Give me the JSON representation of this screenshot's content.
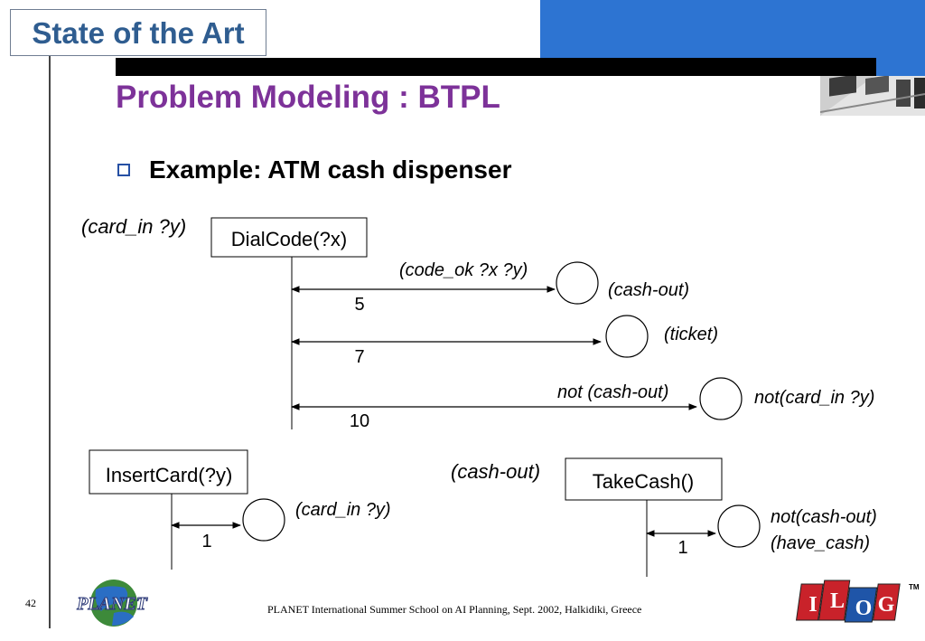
{
  "header": {
    "section_title": "State of the Art"
  },
  "slide": {
    "title": "Problem Modeling : BTPL",
    "bullet": "Example: ATM cash dispenser"
  },
  "diagram": {
    "top": {
      "precondition": "(card_in ?y)",
      "action": "DialCode(?x)",
      "effects": [
        {
          "label": "(code_ok ?x ?y)",
          "duration": "5",
          "result": "(cash-out)"
        },
        {
          "label": "",
          "duration": "7",
          "result": "(ticket)"
        },
        {
          "label": "not (cash-out)",
          "duration": "10",
          "result": "not(card_in ?y)"
        }
      ]
    },
    "left": {
      "action": "InsertCard(?y)",
      "effect": "(card_in ?y)",
      "duration": "1"
    },
    "right": {
      "precondition": "(cash-out)",
      "action": "TakeCash()",
      "effect_line1": "not(cash-out)",
      "effect_line2": "(have_cash)",
      "duration": "1"
    }
  },
  "footer": {
    "page_number": "42",
    "logo_left_text": "PLANET",
    "text": "PLANET International Summer School on AI Planning, Sept. 2002, Halkidiki, Greece",
    "logo_right_letters": [
      "I",
      "L",
      "O",
      "G"
    ],
    "logo_right_tm": "TM"
  },
  "colors": {
    "header_text": "#2f5d90",
    "title": "#7d3299",
    "blue_panel": "#2d74d2",
    "bullet": "#2650a4"
  }
}
